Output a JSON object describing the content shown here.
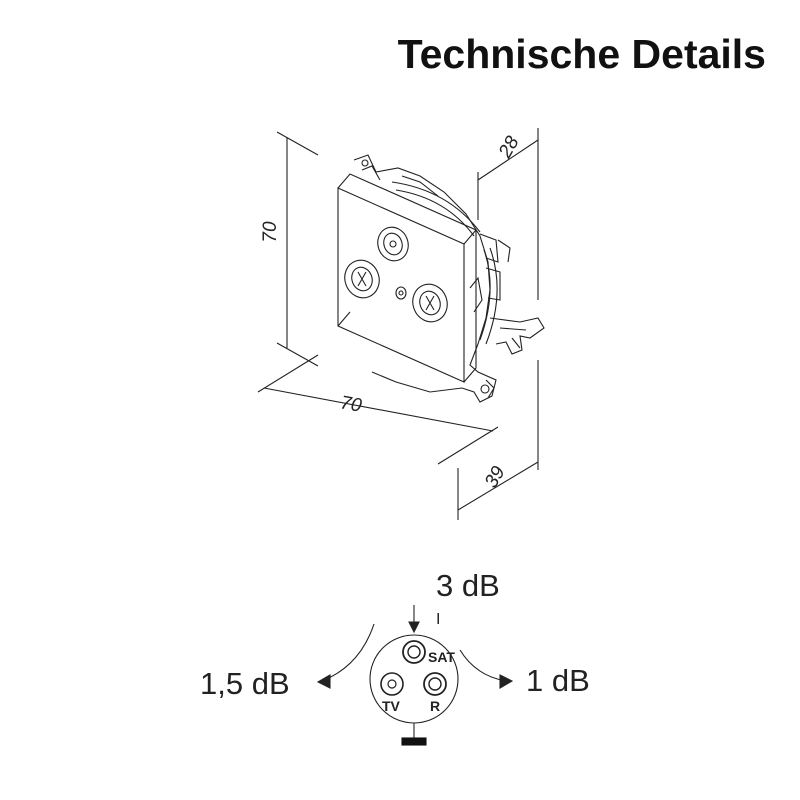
{
  "title": "Technische Details",
  "dimensions": {
    "height": "70",
    "width": "70",
    "depth_frame": "28",
    "depth_total": "39"
  },
  "signal": {
    "sat_attenuation": "3 dB",
    "tv_attenuation": "1,5 dB",
    "r_attenuation": "1 dB",
    "input_marker": "I",
    "port_sat": "SAT",
    "port_tv": "TV",
    "port_r": "R"
  }
}
